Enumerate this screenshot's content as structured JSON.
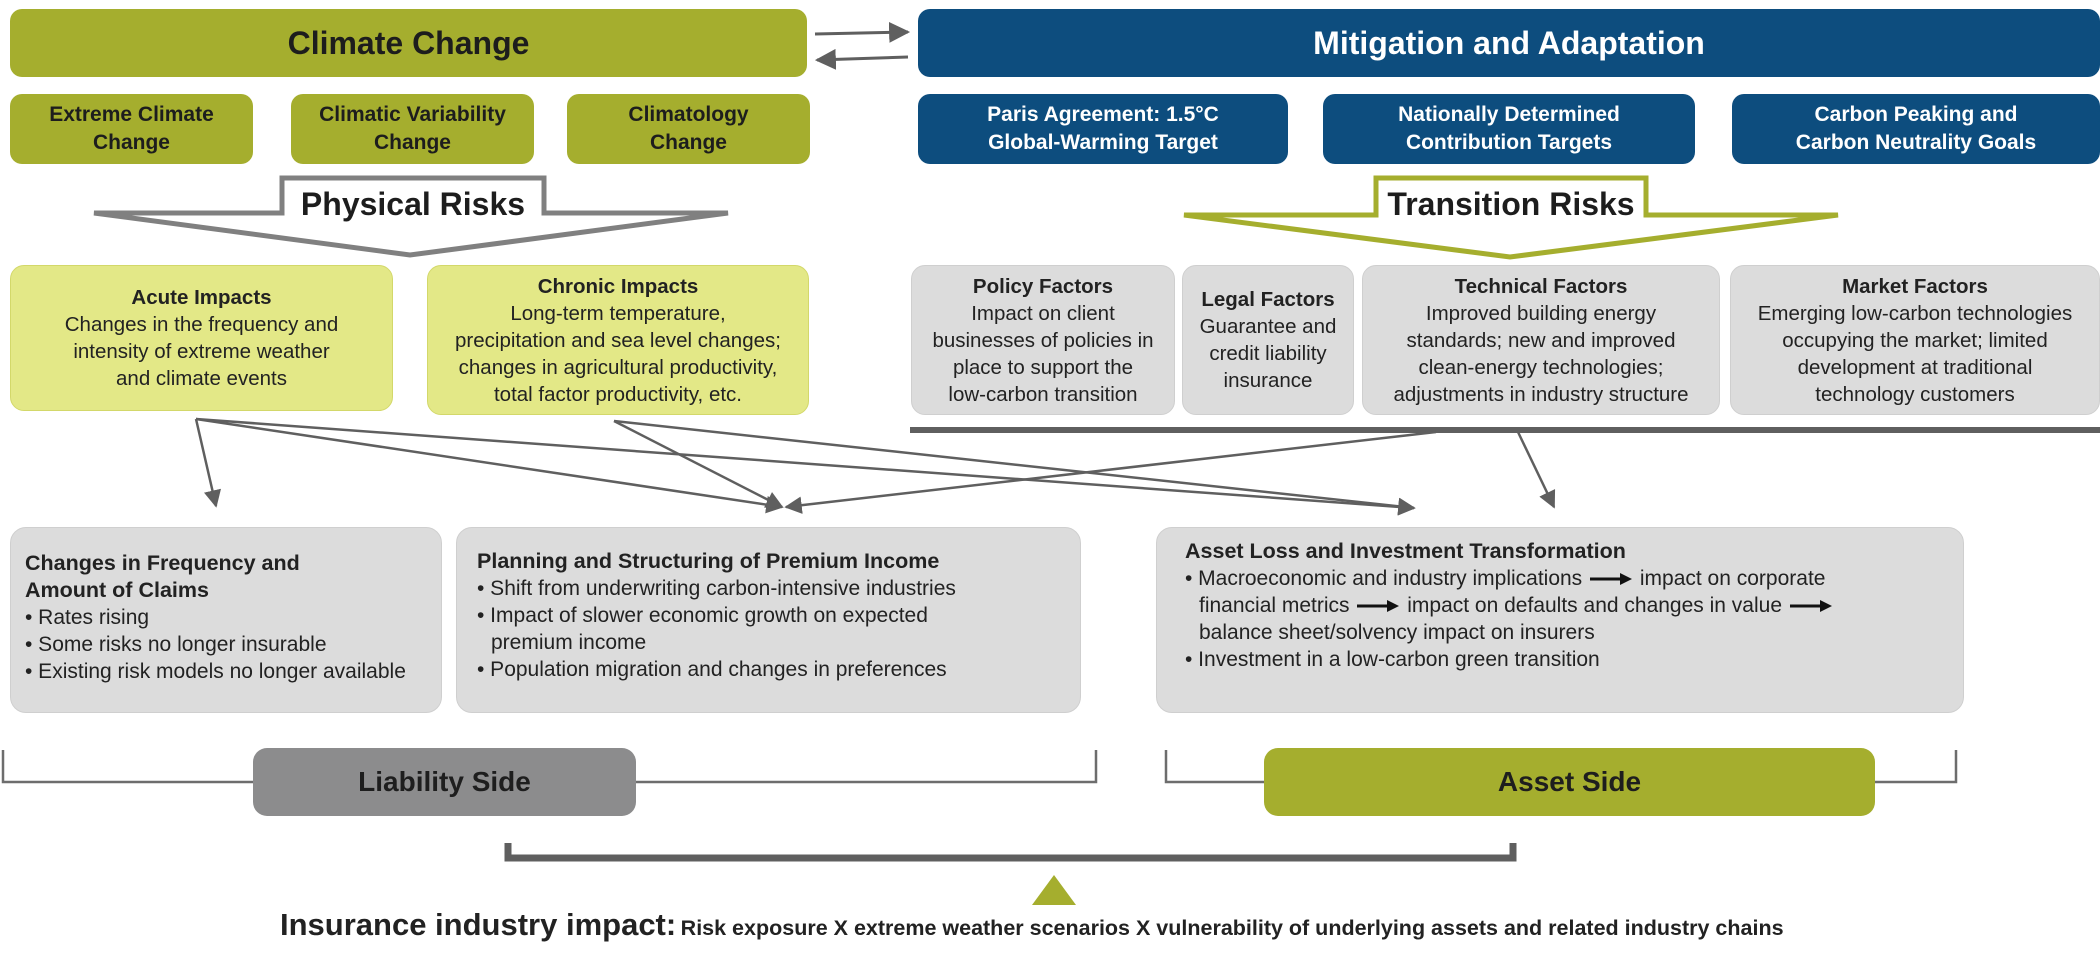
{
  "header": {
    "climate_change": "Climate Change",
    "mitigation": "Mitigation and Adaptation"
  },
  "climate_pills": [
    {
      "line1": "Extreme Climate",
      "line2": "Change"
    },
    {
      "line1": "Climatic Variability",
      "line2": "Change"
    },
    {
      "line1": "Climatology",
      "line2": "Change"
    }
  ],
  "mitigation_pills": [
    {
      "line1": "Paris Agreement: 1.5°C",
      "line2": "Global-Warming Target"
    },
    {
      "line1": "Nationally Determined",
      "line2": "Contribution Targets"
    },
    {
      "line1": "Carbon Peaking and",
      "line2": "Carbon Neutrality Goals"
    }
  ],
  "physical_risks": "Physical Risks",
  "transition_risks": "Transition Risks",
  "physical_boxes": [
    {
      "title": "Acute Impacts",
      "lines": [
        "Changes in the frequency and",
        "intensity of extreme weather",
        "and climate events"
      ]
    },
    {
      "title": "Chronic Impacts",
      "lines": [
        "Long-term temperature,",
        "precipitation and sea level changes;",
        "changes in agricultural productivity,",
        "total factor productivity, etc."
      ]
    }
  ],
  "transition_boxes": [
    {
      "title": "Policy Factors",
      "lines": [
        "Impact on client",
        "businesses of policies in",
        "place to support the",
        "low-carbon transition"
      ]
    },
    {
      "title": "Legal Factors",
      "lines": [
        "Guarantee and",
        "credit liability",
        "insurance"
      ]
    },
    {
      "title": "Technical Factors",
      "lines": [
        "Improved building energy",
        "standards; new and improved",
        "clean-energy technologies;",
        "adjustments in industry structure"
      ]
    },
    {
      "title": "Market Factors",
      "lines": [
        "Emerging low-carbon technologies",
        "occupying the market; limited",
        "development at traditional",
        "technology customers"
      ]
    }
  ],
  "claims_box": {
    "title1": "Changes in Frequency and",
    "title2": "Amount of Claims",
    "items": [
      "• Rates rising",
      "• Some risks no longer insurable",
      "• Existing risk models no longer available"
    ]
  },
  "premium_box": {
    "title": "Planning and Structuring of Premium Income",
    "items": [
      "• Shift from underwriting carbon-intensive industries",
      "• Impact of slower economic growth on expected",
      "premium income",
      "• Population migration and changes in preferences"
    ]
  },
  "asset_box": {
    "title": "Asset Loss and Investment Transformation",
    "line1a": "• Macroeconomic and industry implications",
    "line1b": "impact on corporate",
    "line2a": "financial metrics",
    "line2b": "impact on defaults and changes in value",
    "line3": "balance sheet/solvency impact on insurers",
    "line4": "• Investment in a low-carbon green transition"
  },
  "liability_side": "Liability Side",
  "asset_side": "Asset Side",
  "bottom": {
    "lead": "Insurance industry impact:",
    "rest": "Risk exposure X extreme weather scenarios X vulnerability of underlying assets and related industry chains"
  },
  "colors": {
    "olive": "#a5ae2e",
    "navy": "#0d4d7e",
    "light_green": "#e3e887",
    "grey_box": "#dcdcdc",
    "liability_grey": "#8c8c8d",
    "line_grey": "#5f5f5f"
  }
}
